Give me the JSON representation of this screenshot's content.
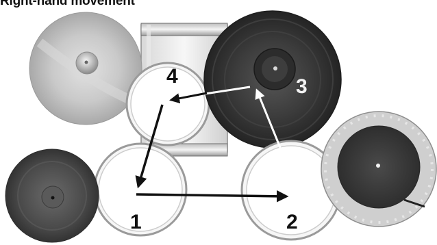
{
  "title": "Right-hand movement",
  "drums": [
    {
      "id": "1",
      "label": "1"
    },
    {
      "id": "2",
      "label": "2"
    },
    {
      "id": "3",
      "label": "3"
    },
    {
      "id": "4",
      "label": "4"
    }
  ],
  "sequence": [
    "1",
    "2",
    "3",
    "4",
    "1"
  ],
  "colors": {
    "arrow": "#111111",
    "arrow_on_cymbal": "#ffffff",
    "label": "#111111",
    "label_on_cymbal": "#f2f2f2",
    "cymbal_dark": "#3a3a3a",
    "cymbal_light": "#bcbcbc"
  }
}
